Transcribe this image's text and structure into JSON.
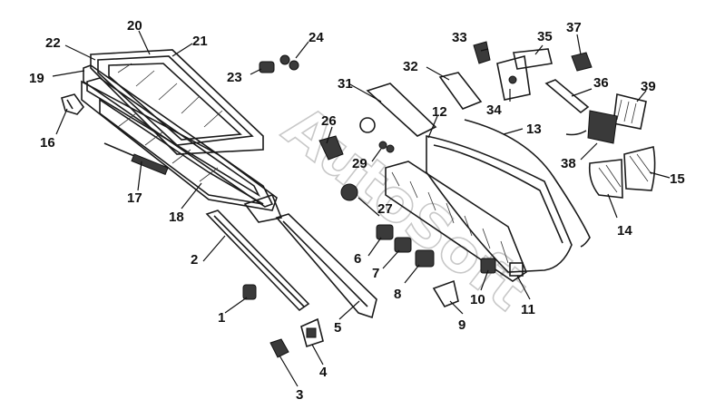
{
  "watermark": "AutoSoft",
  "callouts": [
    "1",
    "2",
    "3",
    "4",
    "5",
    "6",
    "7",
    "8",
    "9",
    "10",
    "11",
    "12",
    "13",
    "14",
    "15",
    "16",
    "17",
    "18",
    "19",
    "20",
    "21",
    "22",
    "23",
    "24",
    "26",
    "27",
    "29",
    "31",
    "32",
    "33",
    "34",
    "35",
    "36",
    "37",
    "38",
    "39"
  ]
}
